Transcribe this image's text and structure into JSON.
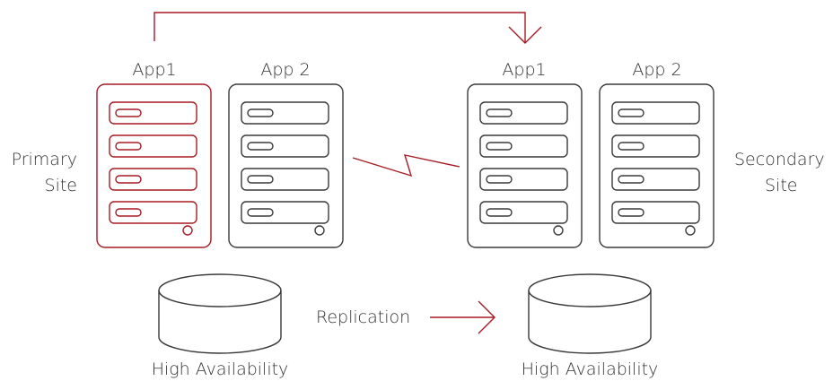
{
  "colors": {
    "accent": "#a51c24",
    "outline": "#3a3a3a",
    "text": "#333333"
  },
  "primary_site": {
    "label_line1": "Primary",
    "label_line2": "Site",
    "apps": [
      {
        "label": "App1",
        "highlighted": true
      },
      {
        "label": "App 2",
        "highlighted": false
      }
    ],
    "database_label": "High Availability"
  },
  "secondary_site": {
    "label_line1": "Secondary",
    "label_line2": "Site",
    "apps": [
      {
        "label": "App1",
        "highlighted": false
      },
      {
        "label": "App 2",
        "highlighted": false
      }
    ],
    "database_label": "High Availability"
  },
  "replication_label": "Replication"
}
